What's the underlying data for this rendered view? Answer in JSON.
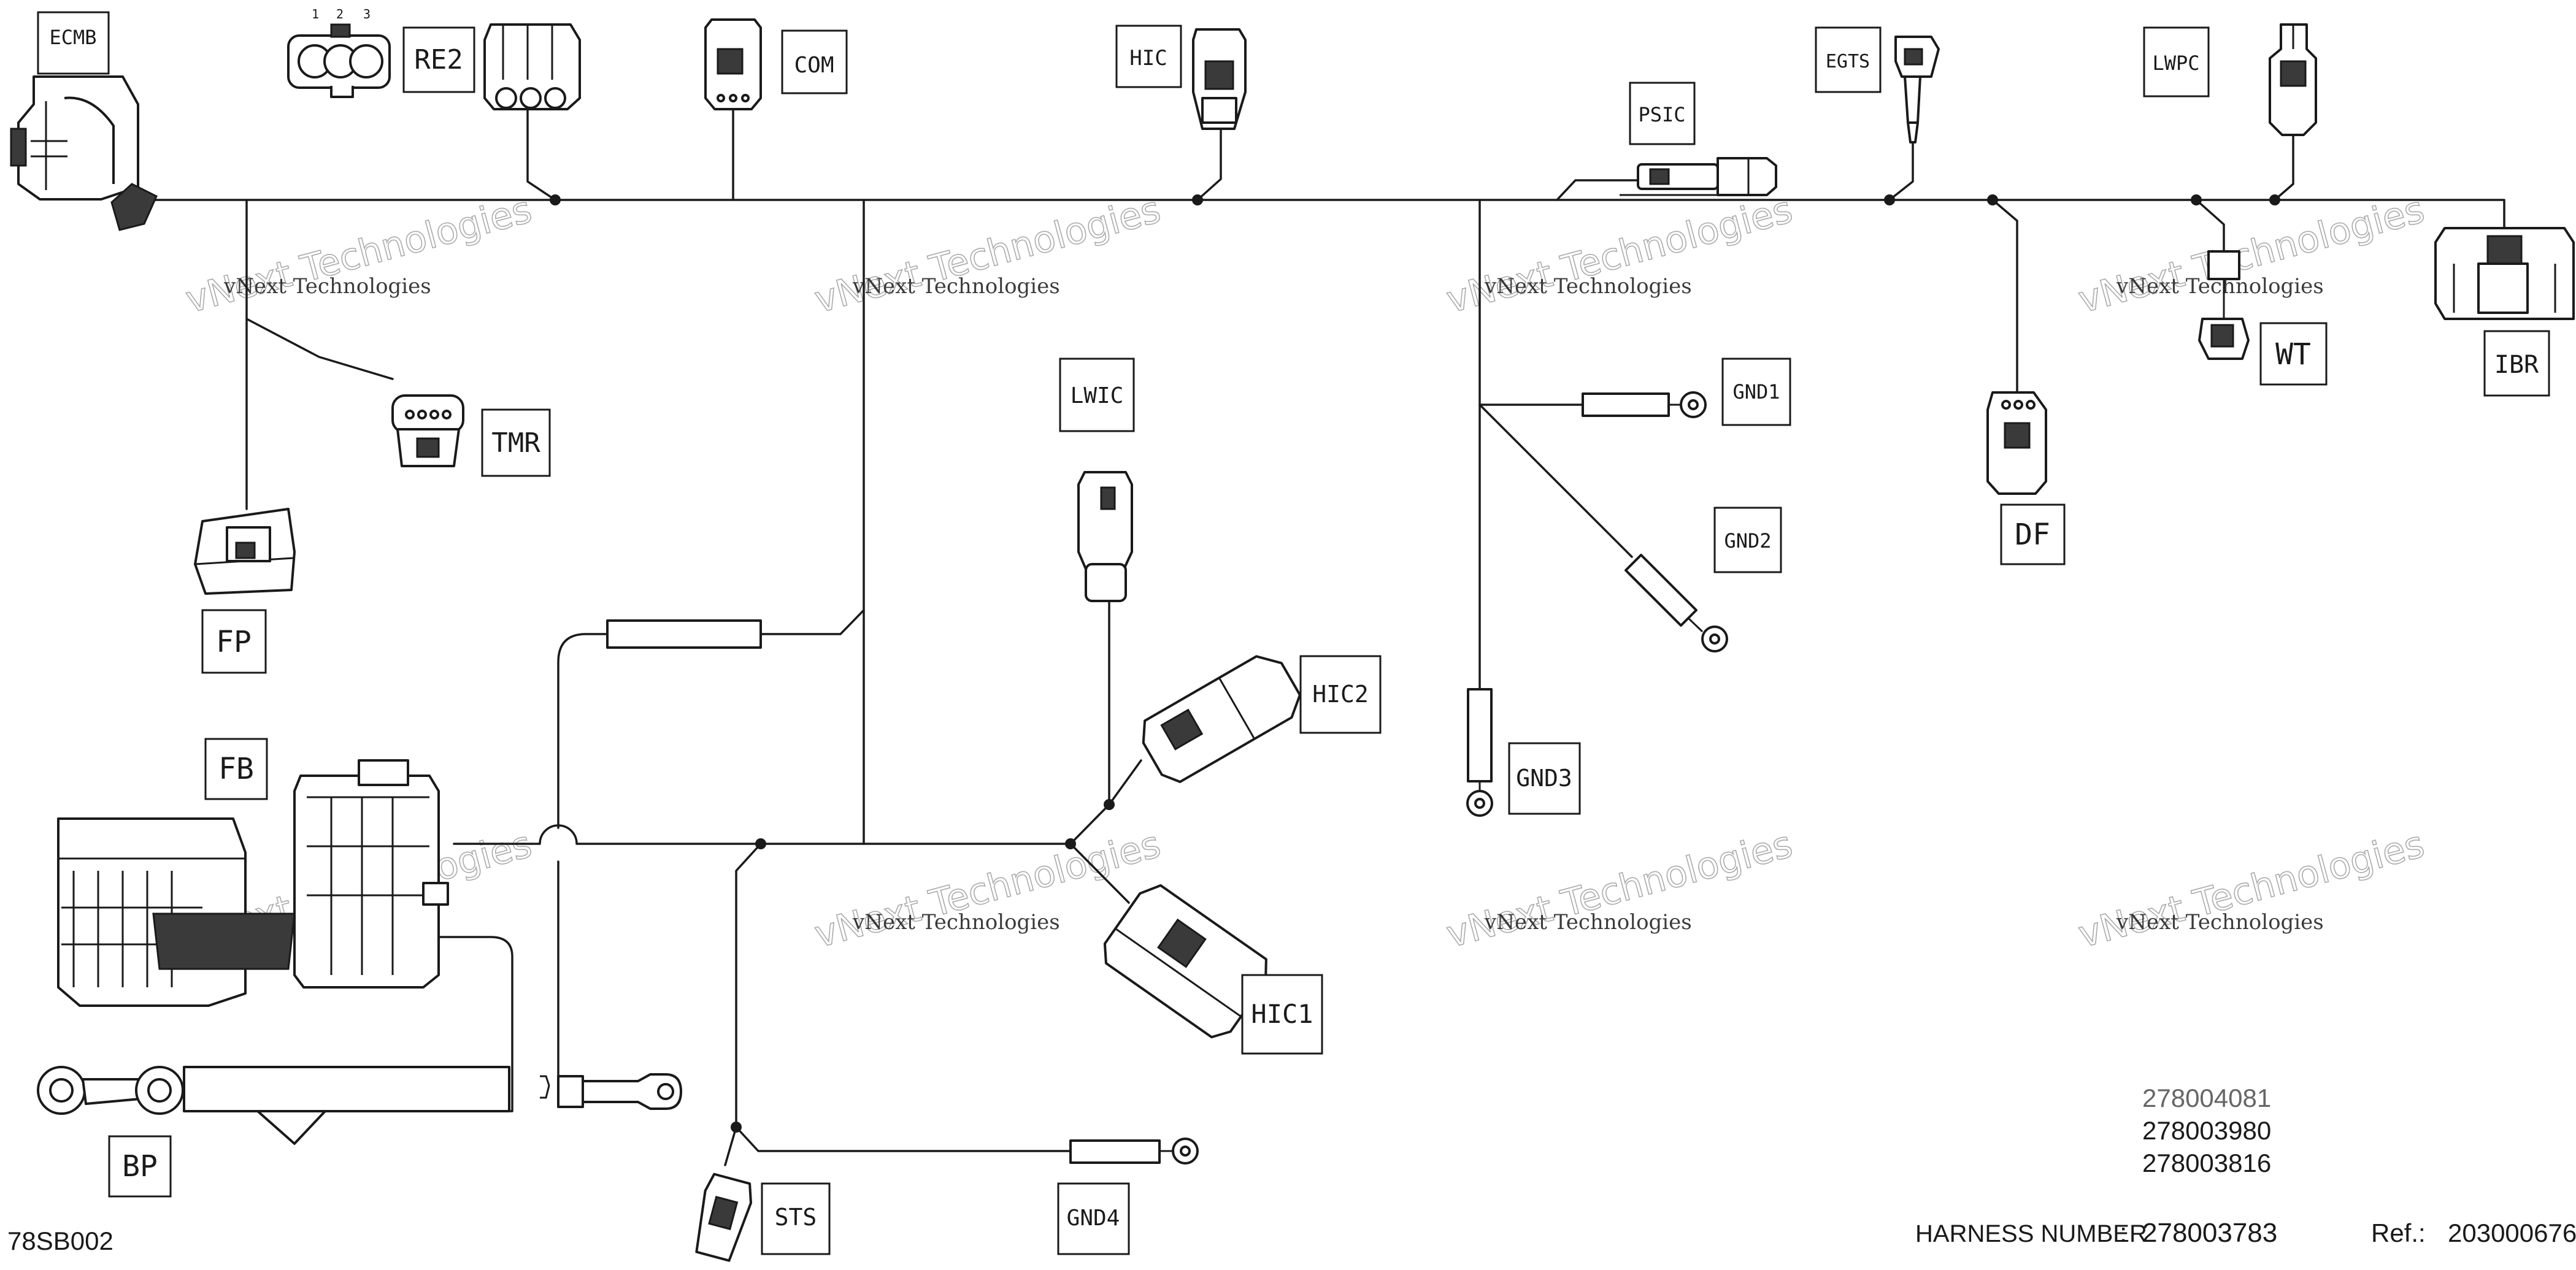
{
  "connectors": {
    "ecmb": "ECMB",
    "re2": "RE2",
    "re2_pins": [
      "1",
      "2",
      "3"
    ],
    "com": "COM",
    "hic": "HIC",
    "psic": "PSIC",
    "egts": "EGTS",
    "lwpc": "LWPC",
    "ibr": "IBR",
    "tmr": "TMR",
    "fp": "FP",
    "lwic": "LWIC",
    "gnd1": "GND1",
    "gnd2": "GND2",
    "gnd3": "GND3",
    "gnd4": "GND4",
    "df": "DF",
    "wt": "WT",
    "hic2": "HIC2",
    "fb": "FB",
    "hic1": "HIC1",
    "bp": "BP",
    "sts": "STS"
  },
  "watermark": {
    "line1": "vNext Technologies",
    "line2": "Technologies",
    "prefix": "vNext"
  },
  "part_numbers": [
    "278004081",
    "278003980",
    "278003816"
  ],
  "footer": {
    "figure_code": "78SB002",
    "harness_label": "HARNESS NUMBER",
    "harness_separator": ":",
    "harness_number": "278003783",
    "ref_label": "Ref.:",
    "ref_number": "203000676"
  }
}
